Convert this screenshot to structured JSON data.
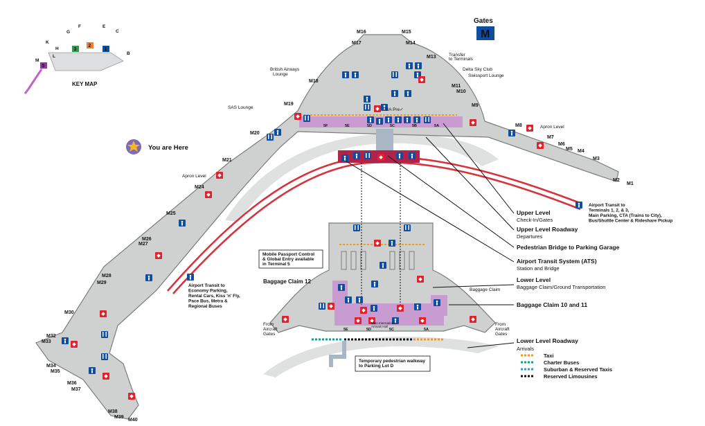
{
  "gates_header": {
    "title": "Gates",
    "letter": "M"
  },
  "key_map": {
    "label": "KEY MAP",
    "letters": [
      "G",
      "F",
      "E",
      "C",
      "K",
      "H",
      "B",
      "L",
      "M"
    ],
    "terminals": [
      "3",
      "2",
      "1",
      "5"
    ]
  },
  "you_are_here": "You are Here",
  "gates": [
    "M1",
    "M2",
    "M3",
    "M4",
    "M5",
    "M6",
    "M7",
    "M8",
    "M9",
    "M10",
    "M11",
    "M13",
    "M14",
    "M15",
    "M16",
    "M17",
    "M18",
    "M19",
    "M20",
    "M21",
    "M24",
    "M25",
    "M26",
    "M27",
    "M28",
    "M29",
    "M30",
    "M32",
    "M33",
    "M34",
    "M35",
    "M36",
    "M37",
    "M38",
    "M39",
    "M40"
  ],
  "labels": {
    "transfer": "Transfer to Terminals",
    "delta": "Delta Sky Club",
    "swissport": "Swissport Lounge",
    "british": "British Airways Lounge",
    "sas": "SAS Lounge",
    "apron_level": "Apron Level",
    "apron_level_2": "Apron Level",
    "ats_terminals": "Airport Transit to Terminals 1, 2, & 3, Main Parking, CTA (Trains to City), Bus/Shuttle Center & Rideshare Pickup",
    "ats_economy": "Airport Transit to Economy Parking, Rental Cars, Kiss 'n' Fly, Pace Bus, Metra & Regional Buses",
    "mobile_passport": "Mobile Passport Control & Global Entry available in Terminal 5",
    "baggage_12": "Baggage Claim 12",
    "baggage_claim": "Baggage Claim",
    "from_aircraft_left": "From Aircraft Gates",
    "from_aircraft_right": "From Aircraft Gates",
    "temp_walkway": "Temporary pedestrian walkway to Parking Lot D",
    "intl_arrivals": "Main International Arrivals Hall",
    "tsa": "TSA Pre✓"
  },
  "doors_upper": [
    "5F",
    "5E",
    "5D",
    "5C",
    "5B",
    "5A"
  ],
  "doors_lower": [
    "5E",
    "5D",
    "5C",
    "5A"
  ],
  "callouts": [
    {
      "title": "Upper Level",
      "sub": "Check-In/Gates"
    },
    {
      "title": "Upper Level Roadway",
      "sub": "Departures"
    },
    {
      "title": "Pedestrian Bridge to Parking Garage",
      "sub": ""
    },
    {
      "title": "Airport Transit System (ATS)",
      "sub": "Station and Bridge"
    },
    {
      "title": "Lower Level",
      "sub": "Baggage Claim/Ground Transportation"
    },
    {
      "title": "Baggage Claim 10 and 11",
      "sub": ""
    },
    {
      "title": "Lower Level Roadway",
      "sub": "Arrivals"
    }
  ],
  "legend": [
    {
      "label": "Taxi",
      "color": "#f39a1e"
    },
    {
      "label": "Charter Buses",
      "color": "#00a88e"
    },
    {
      "label": "Suburban & Reserved Taxis",
      "color": "#2e9ad6"
    },
    {
      "label": "Reserved Limousines",
      "color": "#111111"
    }
  ],
  "colors": {
    "concourse": "#cfd1d1",
    "concourse_edge": "#7b7d7d",
    "roadway": "#dfe0e0",
    "ats": "#d6333b",
    "station": "#b1234b",
    "purple": "#c89cd0",
    "icon_blue": "#0f4e9e",
    "icon_red": "#e2212c",
    "green_term": "#2e9a4a",
    "orange_term": "#f0802c"
  }
}
